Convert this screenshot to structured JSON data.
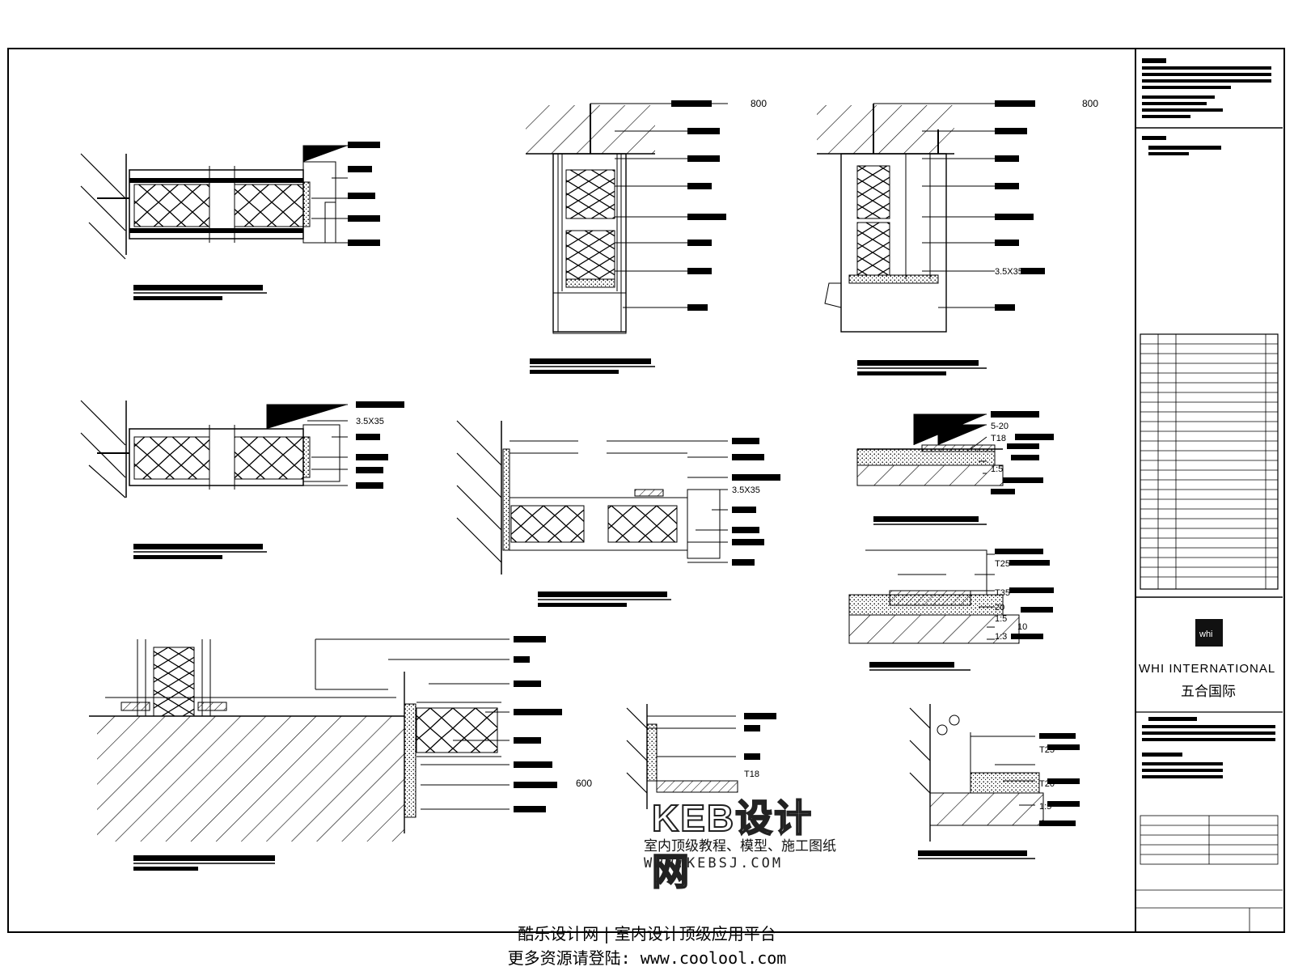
{
  "sheet": {
    "dimension_labels": [
      "800",
      "800",
      "600"
    ],
    "label_3_5x35": [
      "3.5X35",
      "3.5X35",
      "3.5X35"
    ],
    "floor_labels": [
      "5-20",
      "T18",
      "1:5",
      "T25",
      "T35",
      "20",
      "1:5",
      "10",
      "1:3",
      "T18",
      "T25",
      "T20",
      "1:5"
    ]
  },
  "title_block": {
    "brand_en": "WHI INTERNATIONAL",
    "brand_cn": "五合国际",
    "logo_text": "whi"
  },
  "watermark": {
    "logo": "KEB设计网",
    "subtitle": "室内顶级教程、模型、施工图纸",
    "url": "WWW.KEBSJ.COM"
  },
  "footer": {
    "line1": "酷乐设计网 | 室内设计顶级应用平台",
    "line2": "更多资源请登陆: www.coolool.com"
  },
  "colors": {
    "ink": "#000000",
    "paper": "#ffffff"
  }
}
